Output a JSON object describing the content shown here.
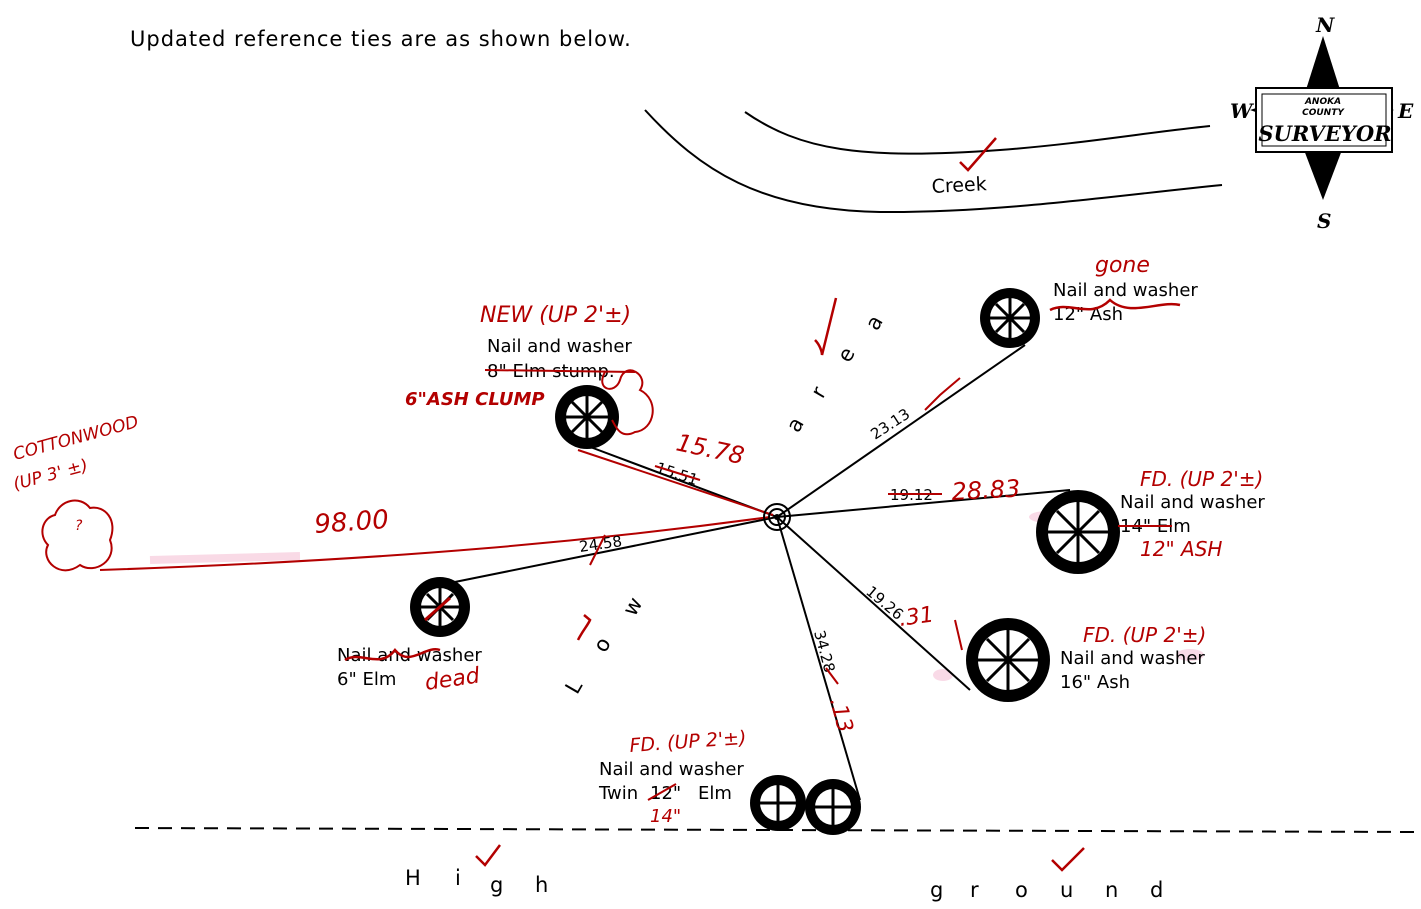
{
  "header": {
    "note": "Updated reference ties are as shown below."
  },
  "compass": {
    "n": "N",
    "s": "S",
    "e": "E",
    "w": "W",
    "badge_line1": "ANOKA",
    "badge_line2": "COUNTY",
    "badge_line3": "SURVEYOR"
  },
  "features": {
    "creek": "Creek",
    "low_area": [
      "L",
      "o",
      "w",
      "a",
      "r",
      "e",
      "a"
    ],
    "high_ground": [
      "H",
      "i",
      "g",
      "h",
      "g",
      "r",
      "o",
      "u",
      "n",
      "d"
    ]
  },
  "ties": {
    "ash_12_ne": {
      "line1": "Nail and washer",
      "line2": "12\" Ash",
      "distance": "23.13",
      "red_status": "gone"
    },
    "elm_stump": {
      "line1": "Nail and washer",
      "line2": "8\" Elm stump.",
      "old_distance": "15.51",
      "new_distance": "15.78",
      "red_header": "NEW (UP 2'±)",
      "red_desc": "6\"ASH CLUMP"
    },
    "cottonwood": {
      "red_label_1": "COTTONWOOD",
      "red_label_2": "(UP 3' ±)",
      "distance": "98.00",
      "mark": "?"
    },
    "elm_14_east": {
      "line1": "Nail and washer",
      "line2": "14\" Elm",
      "old_distance": "19.12",
      "new_distance": "28.83",
      "red_header": "FD. (UP 2'±)",
      "red_desc": "12\" ASH"
    },
    "ash_16": {
      "line1": "Nail and washer",
      "line2": "16\" Ash",
      "old_distance": "19.26",
      "new_distance_suffix": ".31",
      "red_header": "FD. (UP 2'±)"
    },
    "elm_6": {
      "line1": "Nail and washer",
      "line2": "6\" Elm",
      "distance": "24.58",
      "red_status": "dead"
    },
    "twin_elm": {
      "line1": "Nail and washer",
      "line2_a": "Twin",
      "line2_old": "12\"",
      "line2_b": "Elm",
      "red_size": "14\"",
      "old_distance": "34.28",
      "new_distance_suffix": ".13",
      "red_header": "FD. (UP 2'±)"
    }
  },
  "colors": {
    "ink": "#000000",
    "red_ink": "#b30000",
    "highlight": "#f4b6cf"
  },
  "icons": [
    "tree-symbol-icon",
    "monument-icon",
    "checkmark-icon",
    "compass-rose-icon"
  ]
}
